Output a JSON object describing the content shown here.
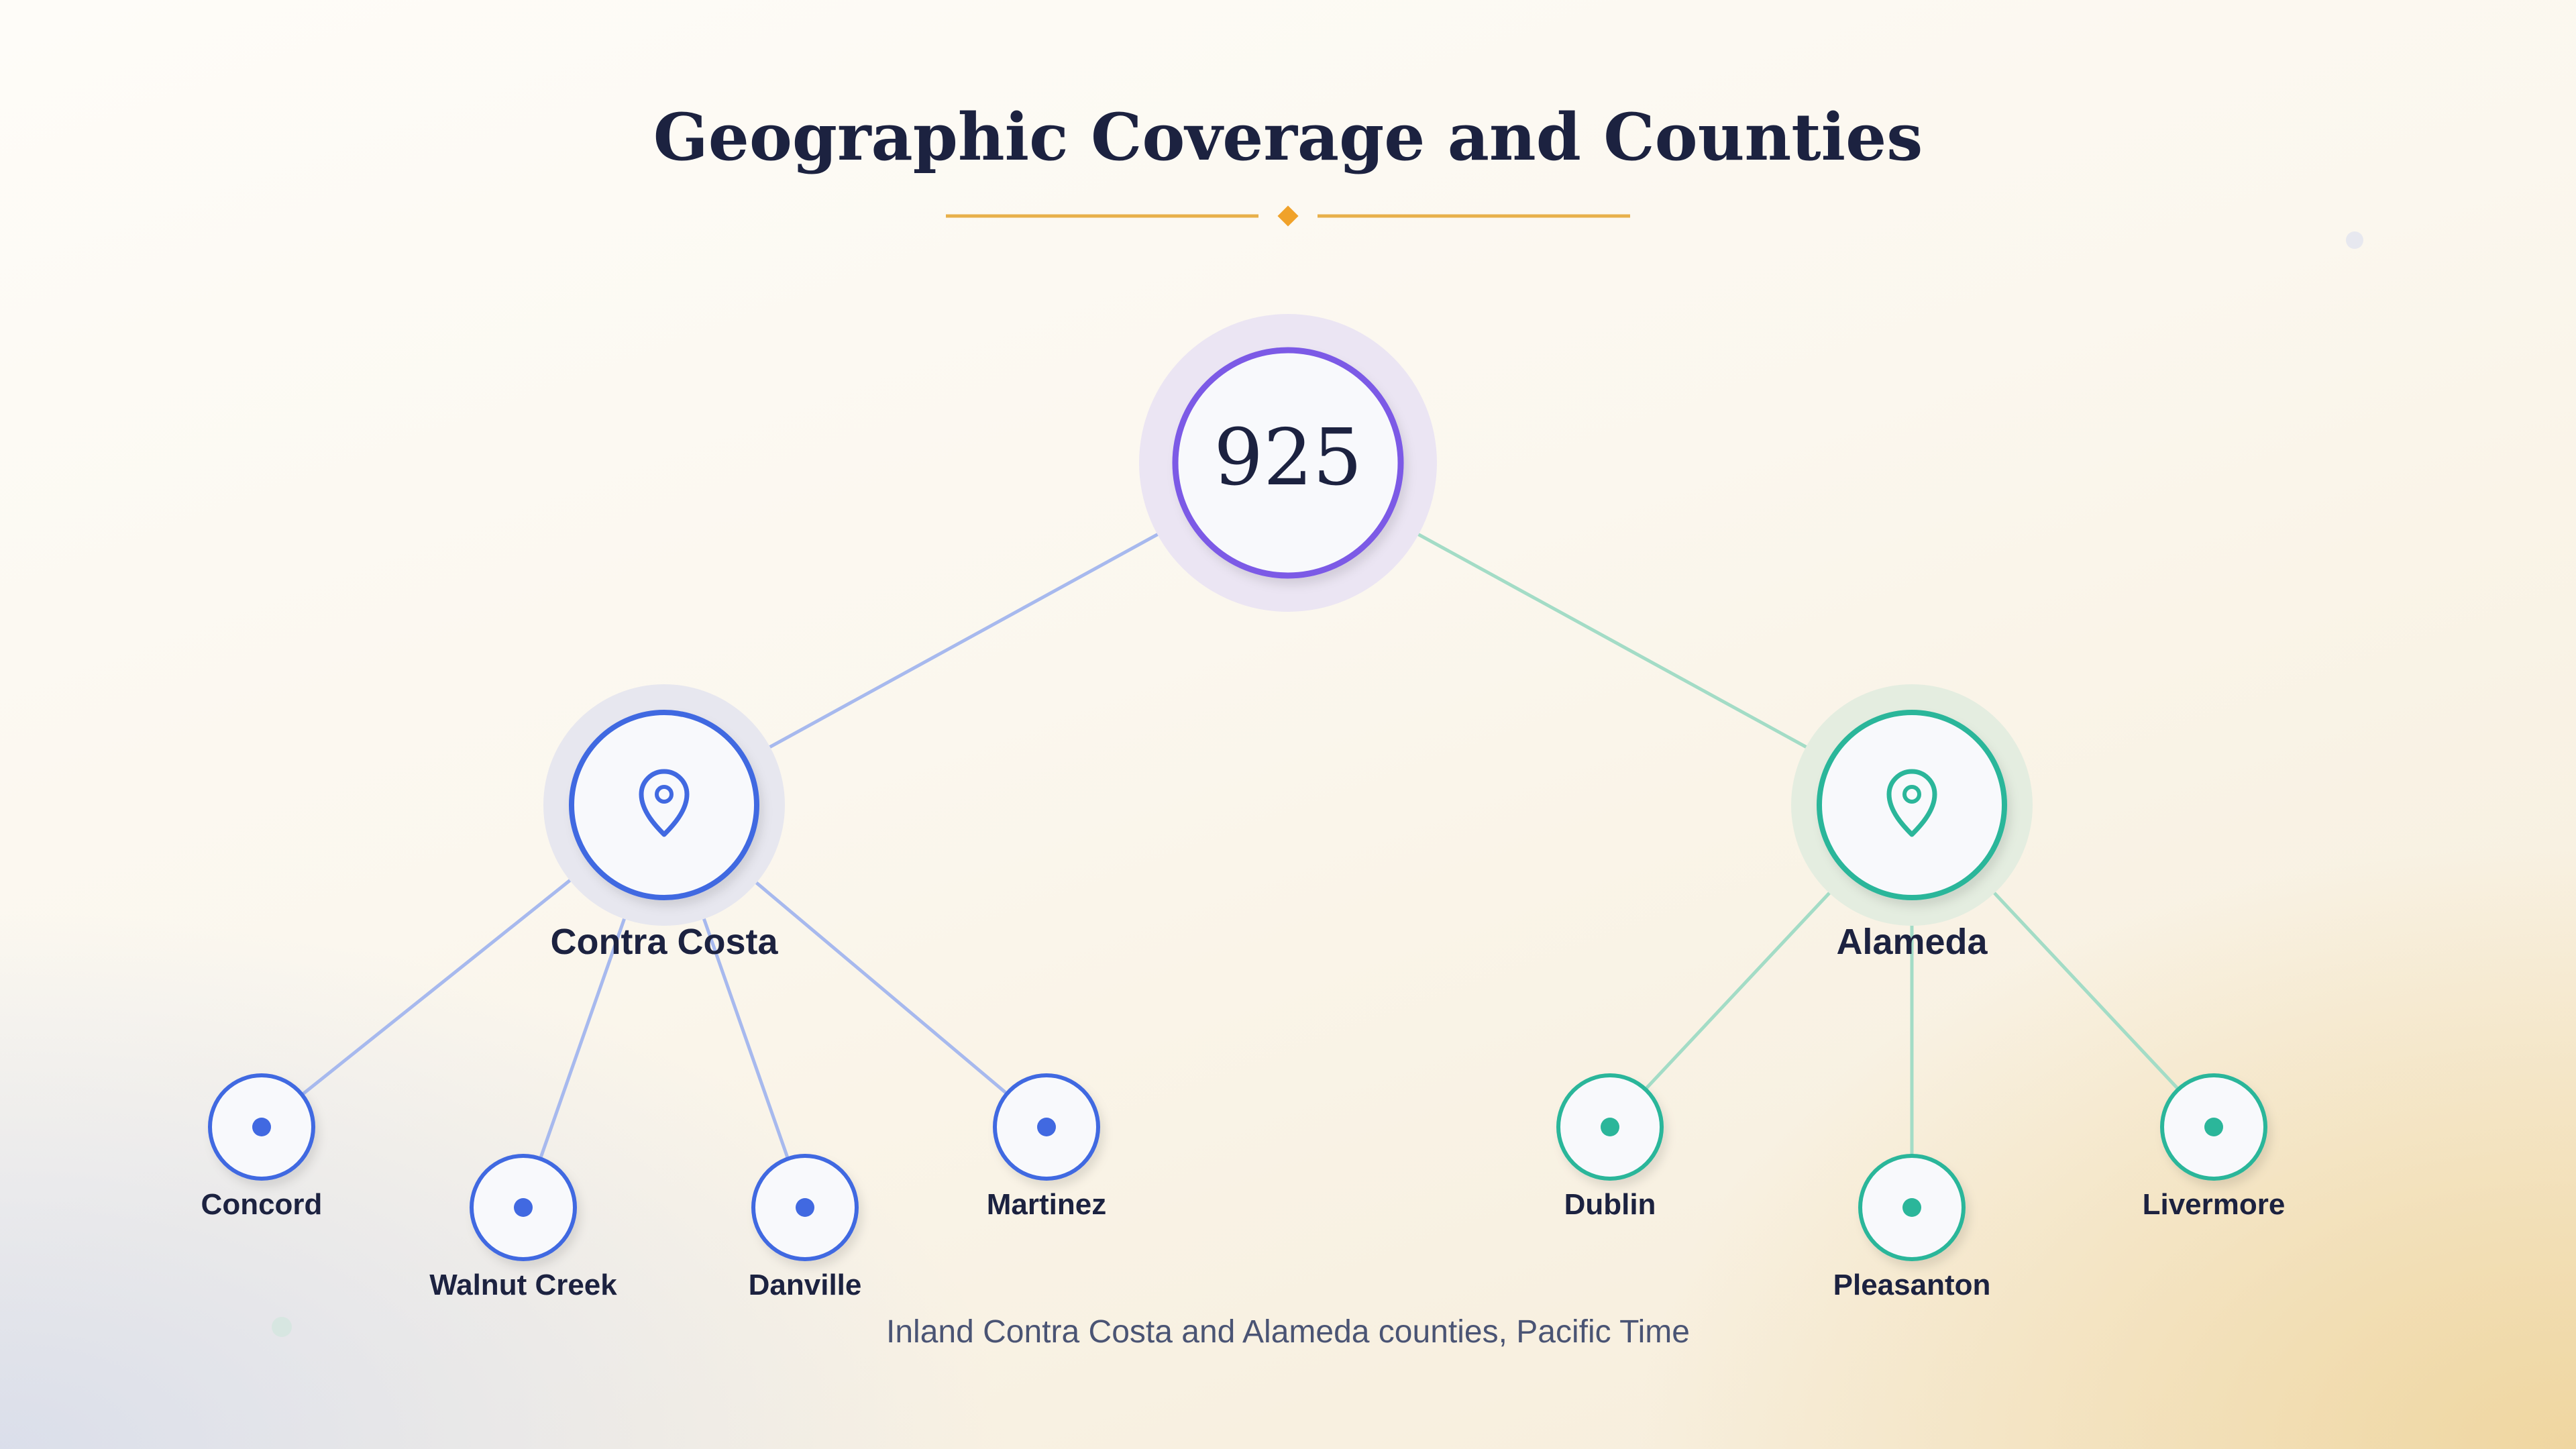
{
  "title": "Geographic Coverage and Counties",
  "root": {
    "label": "925"
  },
  "counties": [
    {
      "name": "Contra Costa",
      "icon": "map-pin-icon",
      "color": "#4169e1",
      "line_color": "#a7b9ee",
      "halo_color": "#e7e7ef",
      "cities": [
        "Concord",
        "Walnut Creek",
        "Danville",
        "Martinez"
      ]
    },
    {
      "name": "Alameda",
      "icon": "map-pin-icon",
      "color": "#2bb69a",
      "line_color": "#a3dcc6",
      "halo_color": "#e4ede0",
      "cities": [
        "Dublin",
        "Pleasanton",
        "Livermore"
      ]
    }
  ],
  "caption": "Inland Contra Costa and Alameda counties, Pacific Time",
  "colors": {
    "title": "#1c2240",
    "divider": "#e8b04a",
    "diamond": "#f0a22a",
    "root_ring": "#7b5ae6",
    "root_halo": "#ebe5f3",
    "node_fill": "#f8f9fc",
    "label": "#1c2240",
    "caption": "#4a5474"
  }
}
